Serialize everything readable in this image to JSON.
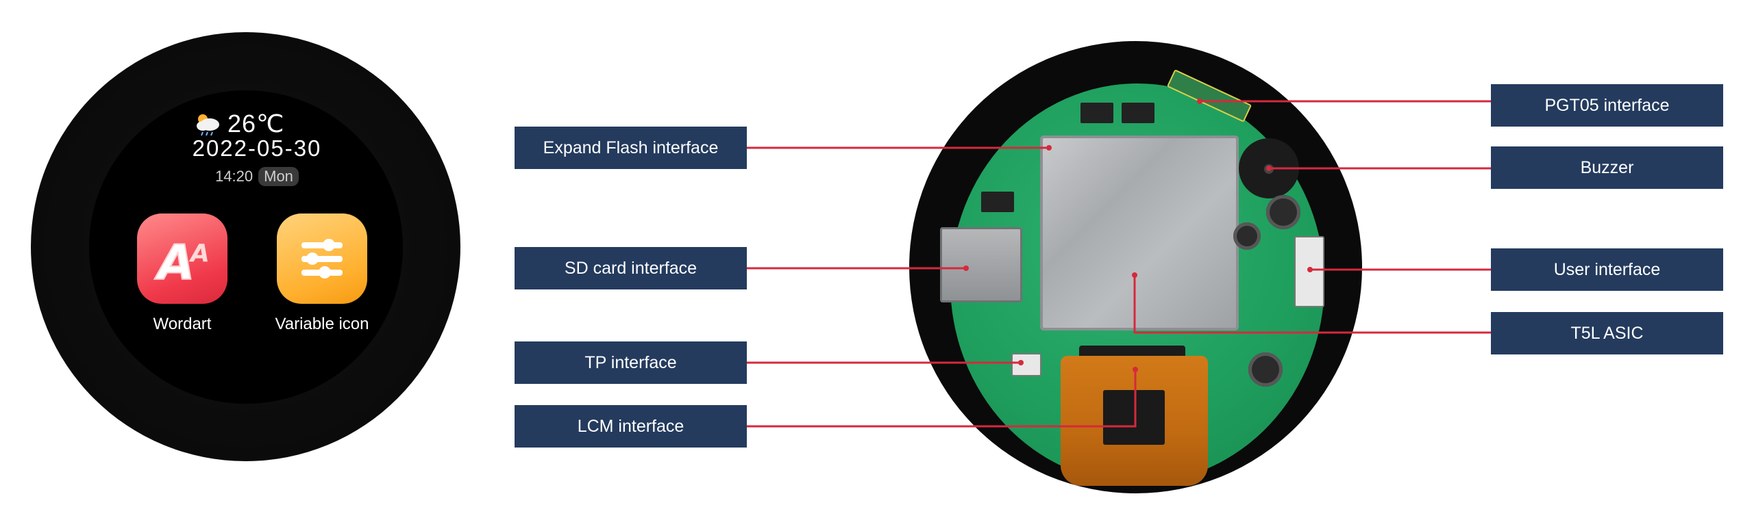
{
  "device_screen": {
    "temperature": "26℃",
    "date": "2022-05-30",
    "time": "14:20",
    "weekday": "Mon",
    "apps": [
      {
        "label": "Wordart",
        "icon": "wordart-icon"
      },
      {
        "label": "Variable icon",
        "icon": "variable-icon"
      }
    ]
  },
  "callouts_left": [
    {
      "label": "Expand Flash interface"
    },
    {
      "label": "SD card interface"
    },
    {
      "label": "TP interface"
    },
    {
      "label": "LCM interface"
    }
  ],
  "callouts_right": [
    {
      "label": "PGT05 interface"
    },
    {
      "label": "Buzzer"
    },
    {
      "label": "User interface"
    },
    {
      "label": "T5L ASIC"
    }
  ],
  "colors": {
    "callout_bg": "#243b5e",
    "leader_line": "#d6293c",
    "pcb_green": "#1f9f5d"
  }
}
